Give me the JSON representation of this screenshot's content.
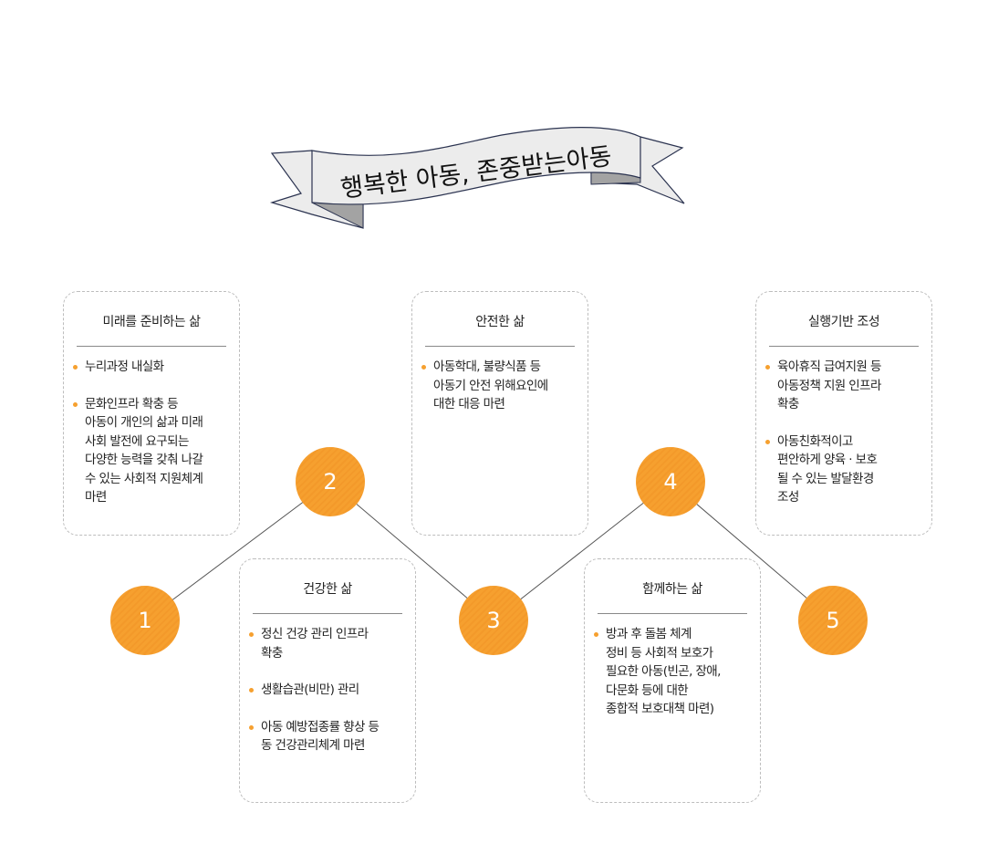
{
  "banner": {
    "title": "행복한 아동, 존중받는아동"
  },
  "colors": {
    "accent": "#f6a02f",
    "line": "#555555"
  },
  "nodes": [
    {
      "number": "1",
      "title": "미래를 준비하는 삶",
      "items": [
        "누리과정 내실화",
        "문화인프라 확충 등\n아동이 개인의 삶과 미래\n사회 발전에 요구되는\n다양한 능력을 갖춰 나갈\n수 있는 사회적 지원체계\n마련"
      ]
    },
    {
      "number": "2",
      "title": "건강한 삶",
      "items": [
        "정신 건강 관리 인프라\n확충",
        "생활습관(비만) 관리",
        "아동 예방접종률 향상 등\n동 건강관리체계 마련"
      ]
    },
    {
      "number": "3",
      "title": "안전한 삶",
      "items": [
        "아동학대, 불량식품 등\n아동기 안전 위해요인에\n대한 대응 마련"
      ]
    },
    {
      "number": "4",
      "title": "함께하는 삶",
      "items": [
        "방과 후 돌봄 체계\n정비 등 사회적 보호가\n필요한 아동(빈곤, 장애,\n다문화 등에 대한\n종합적 보호대책 마련)"
      ]
    },
    {
      "number": "5",
      "title": "실행기반 조성",
      "items": [
        "육아휴직 급여지원 등\n아동정책 지원 인프라\n확충",
        "아동친화적이고\n편안하게 양육 · 보호\n될 수 있는 발달환경\n조성"
      ]
    }
  ]
}
